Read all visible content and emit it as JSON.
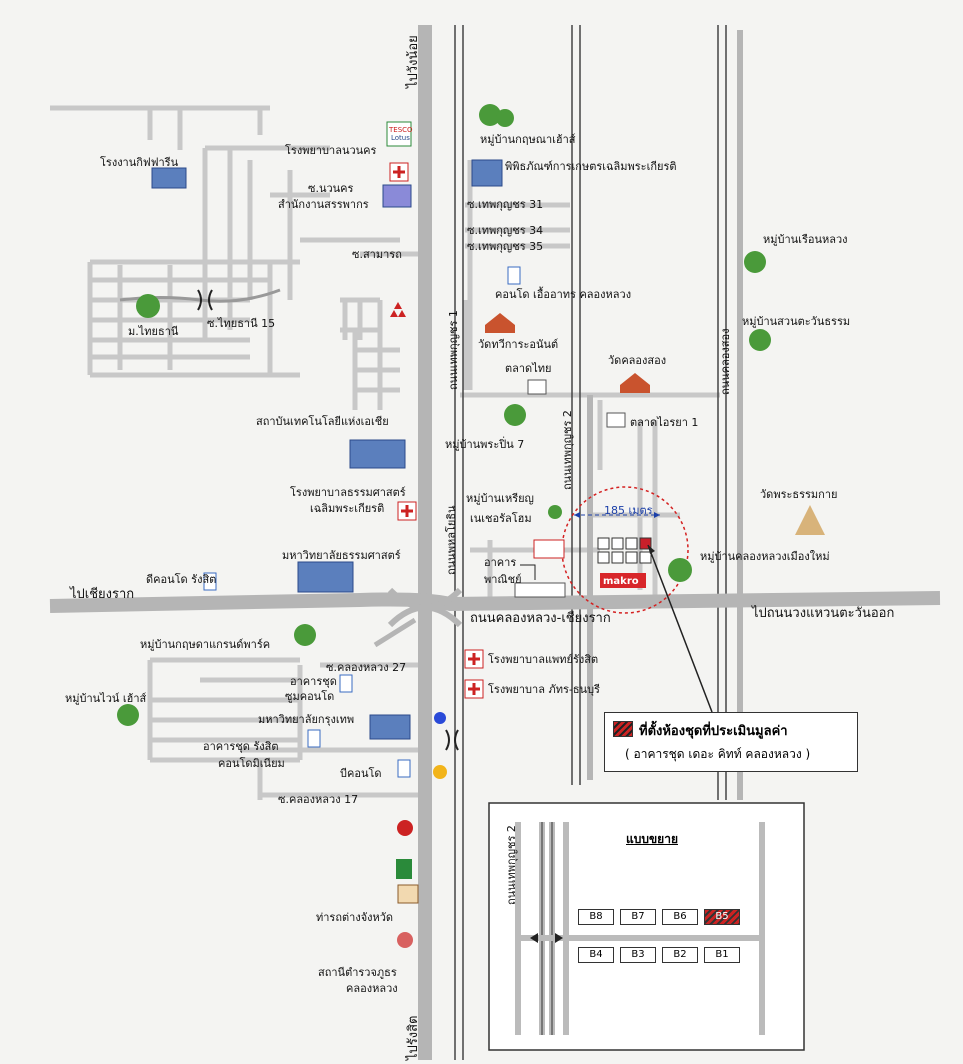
{
  "roads": {
    "to_wang_noi": "ไปวังน้อย",
    "to_rangsit": "ไปรังสิต",
    "to_chiang_rak": "ไปเชียงราก",
    "to_wongwaen": "ไปถนนวงแหวนตะวันออก",
    "khlong_luang_chiang_rak": "ถนนคลองหลวง-เชียงราก",
    "phahonyothin": "ถนนพหลโยธิน",
    "thep_kunchon_1": "ถนนเทพกุญชร 1",
    "thep_kunchon_2": "ถนนเทพกุญชร 2",
    "khlong_song": "ถนนคลองสอง",
    "soi_thep_31": "ซ.เทพกุญชร 31",
    "soi_thep_34": "ซ.เทพกุญชร 34",
    "soi_thep_35": "ซ.เทพกุญชร 35",
    "soi_nawanakorn": "ซ.นวนคร",
    "soi_samakkhi": "ซ.สามารถ",
    "soi_thai_thani": "ซ.ไทยธานี 15",
    "soi_khlong_luang_27": "ซ.คลองหลวง 27",
    "soi_khlong_luang_17": "ซ.คลองหลวง 17"
  },
  "places": {
    "gift_factory": "โรงงานกิฟฟารีน",
    "nawanakorn_hospital": "โรงพยาบาลนวนคร",
    "revenue_office": "สำนักงานสรรพากร",
    "thai_thani": "ม.ไทยธานี",
    "krisana_house": "หมู่บ้านกฤษณาเฮ้าส์",
    "agri_museum": "พิพิธภัณฑ์การเกษตรเฉลิมพระเกียรติ",
    "condo_khlong_luang": "คอนโด เอื้ออาทร คลองหลวง",
    "wat_kra": "วัดทวีการะอนันต์",
    "talat_thai": "ตลาดไทย",
    "wat_khlong_song": "วัดคลองสอง",
    "talat_ai_ya": "ตลาดไอรยา 1",
    "ruean_luang": "หมู่บ้านเรือนหลวง",
    "suan_tawan": "หมู่บ้านสวนตะวันธรรม",
    "ait": "สถาบันเทคโนโลยีแห่งเอเชีย",
    "phraphin_7": "หมู่บ้านพระปิ่น 7",
    "tu_hospital_1": "โรงพยาบาลธรรมศาสตร์",
    "tu_hospital_2": "เฉลิมพระเกียรติ",
    "charoen_1": "หมู่บ้านเหรียญ",
    "charoen_2": "เนเชอรัลโฮม",
    "wat_phra_dhammakaya": "วัดพระธรรมกาย",
    "khlong_luang_new_city": "หมู่บ้านคลองหลวงเมืองใหม่",
    "tu": "มหาวิทยาลัยธรรมศาสตร์",
    "dee_condo": "ดีคอนโด รังสิต",
    "commercial_1": "อาคาร",
    "commercial_2": "พาณิชย์",
    "kritsada_grand": "หมู่บ้านกฤษดาแกรนด์พาร์ค",
    "phat_hospital": "โรงพยาบาลแพทย์รังสิต",
    "phat_thonburi": "โรงพยาบาล ภัทร-ธนบุรี",
    "wine_house": "หมู่บ้านไวน์ เฮ้าส์",
    "zoom_condo_1": "อาคารชุด",
    "zoom_condo_2": "ซูมคอนโด",
    "bu": "มหาวิทยาลัยกรุงเทพ",
    "rangsit_condo_1": "อาคารชุด รังสิต",
    "rangsit_condo_2": "คอนโดมิเนียม",
    "b_condo": "บีคอนโด",
    "bus_terminal": "ท่ารถต่างจังหวัด",
    "police_1": "สถานีตำรวจภูธร",
    "police_2": "คลองหลวง",
    "tesco_1": "TESCO",
    "tesco_2": "Lotus",
    "makro": "makro"
  },
  "distance": "185 เมตร",
  "legend": {
    "line1": "ที่ตั้งห้องชุดที่ประเมินมูลค่า",
    "line2": "( อาคารชุด เดอะ คิทท์ คลองหลวง )"
  },
  "inset": {
    "title": "แบบขยาย",
    "road": "ถนนเทพกุญชร 2",
    "units_top": [
      "B8",
      "B7",
      "B6",
      "B5"
    ],
    "units_bottom": [
      "B4",
      "B3",
      "B2",
      "B1"
    ],
    "subject_unit": "B5"
  },
  "colors": {
    "road": "#b9b9b9",
    "minor_road": "#c8c8c8",
    "subject": "#c8202a",
    "circle": "#d42020",
    "dim": "#1b3fa8"
  }
}
